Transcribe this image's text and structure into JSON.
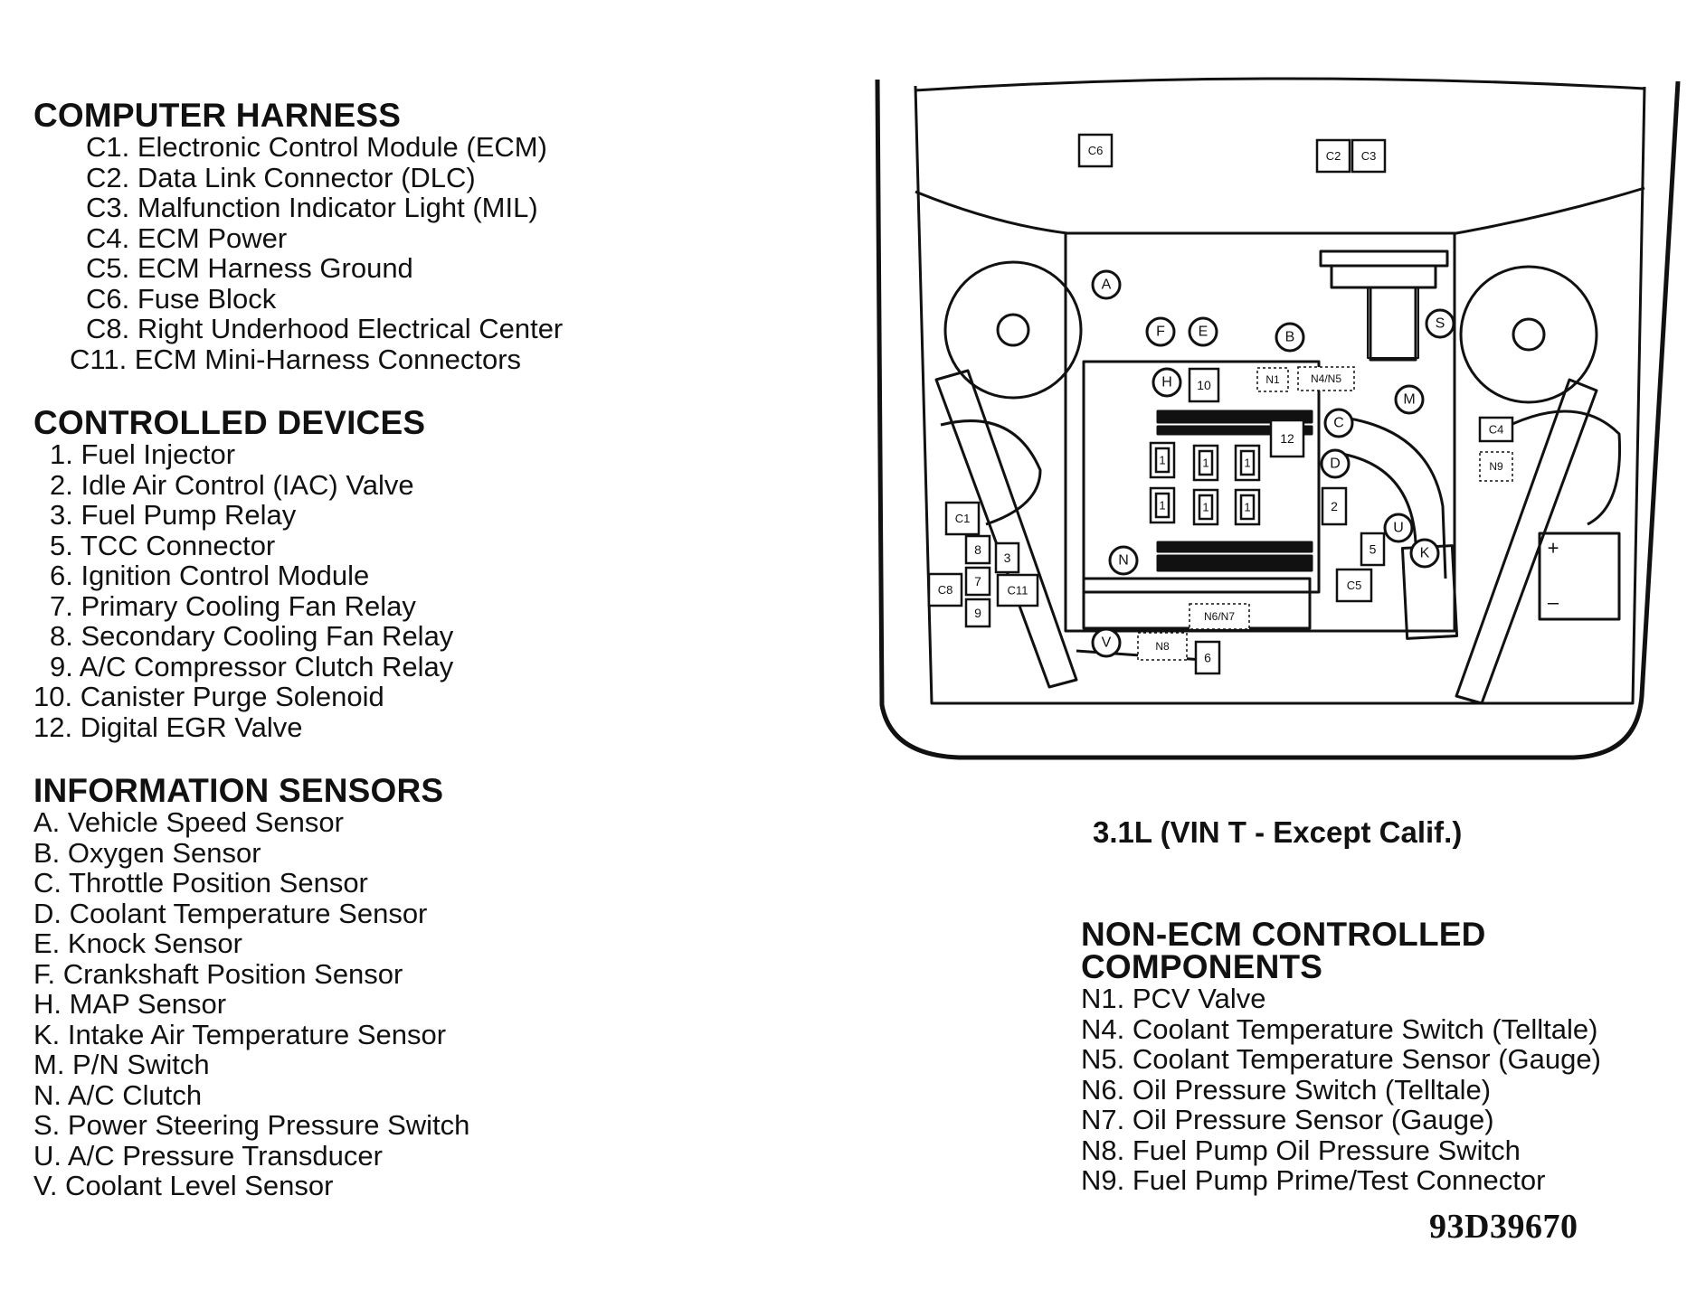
{
  "computer_harness": {
    "title": "COMPUTER HARNESS",
    "items": [
      "C1. Electronic Control Module (ECM)",
      "C2. Data Link Connector (DLC)",
      "C3. Malfunction Indicator Light (MIL)",
      "C4. ECM Power",
      "C5. ECM Harness Ground",
      "C6. Fuse Block",
      "C8. Right Underhood Electrical Center",
      "C11. ECM Mini-Harness Connectors"
    ]
  },
  "controlled_devices": {
    "title": "CONTROLLED DEVICES",
    "items": [
      "1. Fuel Injector",
      "2. Idle Air Control (IAC) Valve",
      "3. Fuel Pump Relay",
      "5. TCC Connector",
      "6. Ignition Control Module",
      "7. Primary Cooling Fan Relay",
      "8. Secondary Cooling Fan Relay",
      "9. A/C Compressor Clutch Relay",
      "10. Canister Purge Solenoid",
      "12. Digital EGR Valve"
    ]
  },
  "information_sensors": {
    "title": "INFORMATION SENSORS",
    "items": [
      "A. Vehicle Speed Sensor",
      "B. Oxygen Sensor",
      "C. Throttle Position Sensor",
      "D. Coolant Temperature Sensor",
      "E. Knock Sensor",
      "F. Crankshaft Position Sensor",
      "H. MAP Sensor",
      "K. Intake Air Temperature Sensor",
      "M. P/N Switch",
      "N. A/C Clutch",
      "S. Power Steering Pressure Switch",
      "U. A/C Pressure Transducer",
      "V. Coolant Level Sensor"
    ]
  },
  "caption": "3.1L (VIN T  -  Except Calif.)",
  "non_ecm": {
    "title_line1": "NON-ECM CONTROLLED",
    "title_line2": "COMPONENTS",
    "items": [
      "N1. PCV Valve",
      "N4. Coolant Temperature Switch (Telltale)",
      "N5. Coolant Temperature Sensor (Gauge)",
      "N6. Oil Pressure Switch (Telltale)",
      "N7. Oil Pressure Sensor (Gauge)",
      "N8. Fuel Pump Oil Pressure Switch",
      "N9. Fuel Pump Prime/Test Connector"
    ]
  },
  "figure_code": "93D39670",
  "diagram": {
    "box_labels": {
      "c6": "C6",
      "c2": "C2",
      "c3": "C3",
      "c4": "C4",
      "c5": "C5",
      "c1": "C1",
      "c8": "C8",
      "c11": "C11",
      "d10": "10",
      "d12": "12",
      "d1": "1",
      "d2": "2",
      "d3": "3",
      "d5": "5",
      "d6": "6",
      "d7": "7",
      "d8": "8",
      "d9": "9",
      "n9": "N9",
      "n1": "N1",
      "n45": "N4/N5",
      "n67": "N6/N7",
      "n8": "N8",
      "plus": "+",
      "minus": "–"
    },
    "circle_labels": {
      "a": "A",
      "b": "B",
      "c": "C",
      "d": "D",
      "e": "E",
      "f": "F",
      "h": "H",
      "k": "K",
      "m": "M",
      "n": "N",
      "s": "S",
      "u": "U",
      "v": "V"
    }
  }
}
